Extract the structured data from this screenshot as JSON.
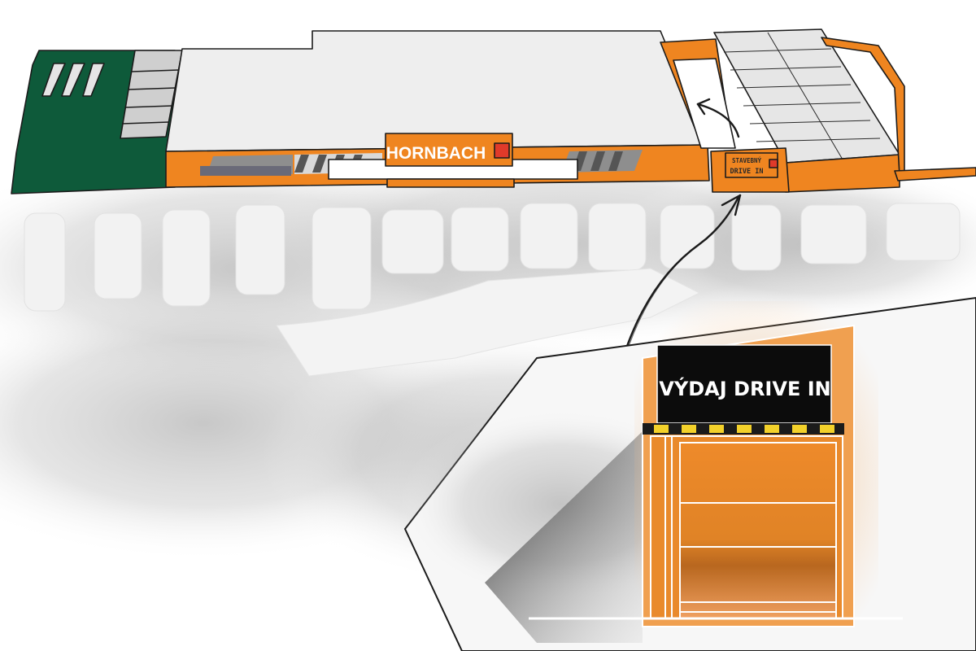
{
  "store": {
    "logo_text": "HORNBACH",
    "brand_color": "#f0821e",
    "garden_color": "#0e5a3a"
  },
  "small_sign": {
    "line1": "STAVEBNÝ",
    "line2": "DRIVE IN"
  },
  "inset": {
    "sign_text": "VÝDAJ DRIVE IN",
    "door_color": "#ee8a2a"
  },
  "icons": [
    "arrow-to-entrance",
    "arrow-to-inset"
  ]
}
